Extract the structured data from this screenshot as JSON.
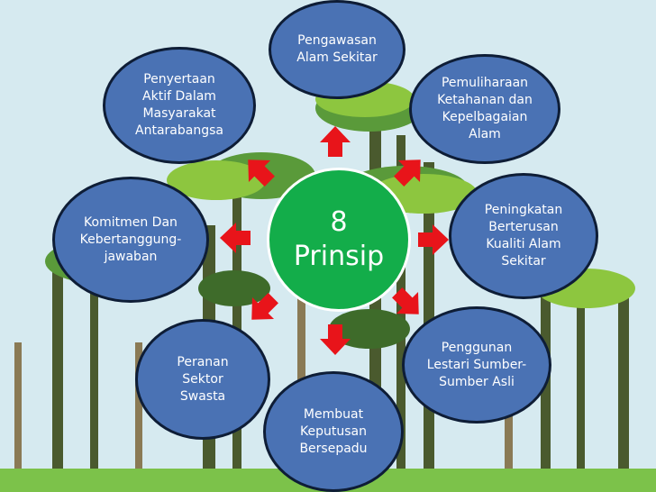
{
  "center": {
    "line1": "8",
    "line2": "Prinsip"
  },
  "principles": [
    {
      "text": "Pengawasan\nAlam Sekitar"
    },
    {
      "text": "Pemuliharaan\nKetahanan dan\nKepelbagaian\nAlam"
    },
    {
      "text": "Peningkatan\nBerterusan\nKualiti Alam\nSekitar"
    },
    {
      "text": "Penggunan\nLestari Sumber-\nSumber Asli"
    },
    {
      "text": "Membuat\nKeputusan\nBersepadu"
    },
    {
      "text": "Peranan\nSektor\nSwasta"
    },
    {
      "text": "Komitmen Dan\nKebertanggung-\njawaban"
    },
    {
      "text": "Penyertaan\nAktif Dalam\nMasyarakat\nAntarabangsa"
    }
  ],
  "colors": {
    "node_fill": "#4a72b4",
    "node_border": "#0e1d36",
    "center_fill": "#13ad4a",
    "arrow": "#e8141a",
    "background": "#d6eaf0",
    "ground": "#7cc24a"
  }
}
